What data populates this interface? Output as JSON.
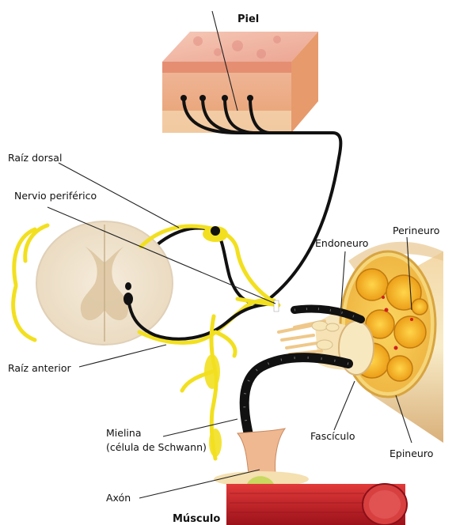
{
  "labels": {
    "skin": "Piel",
    "dorsal_root": "Raíz dorsal",
    "peripheral_nerve": "Nervio periférico",
    "anterior_root": "Raíz anterior",
    "endoneurium": "Endoneuro",
    "perineurium": "Perineuro",
    "fascicle": "Fascículo",
    "epineurium": "Epineuro",
    "myelin_line1": "Mielina",
    "myelin_line2": "(célula de Schwann)",
    "axon": "Axón",
    "muscle": "Músculo"
  },
  "colors": {
    "nerve_black": "#111111",
    "nerve_yellow": "#f2e020",
    "skin_top": "#f2b8a4",
    "skin_body": "#f0c49a",
    "muscle": "#c8202a",
    "fascicle": "#f5b020",
    "nerve_bundle": "#f6e6b8",
    "spinal_cord": "#f4e9d6"
  }
}
